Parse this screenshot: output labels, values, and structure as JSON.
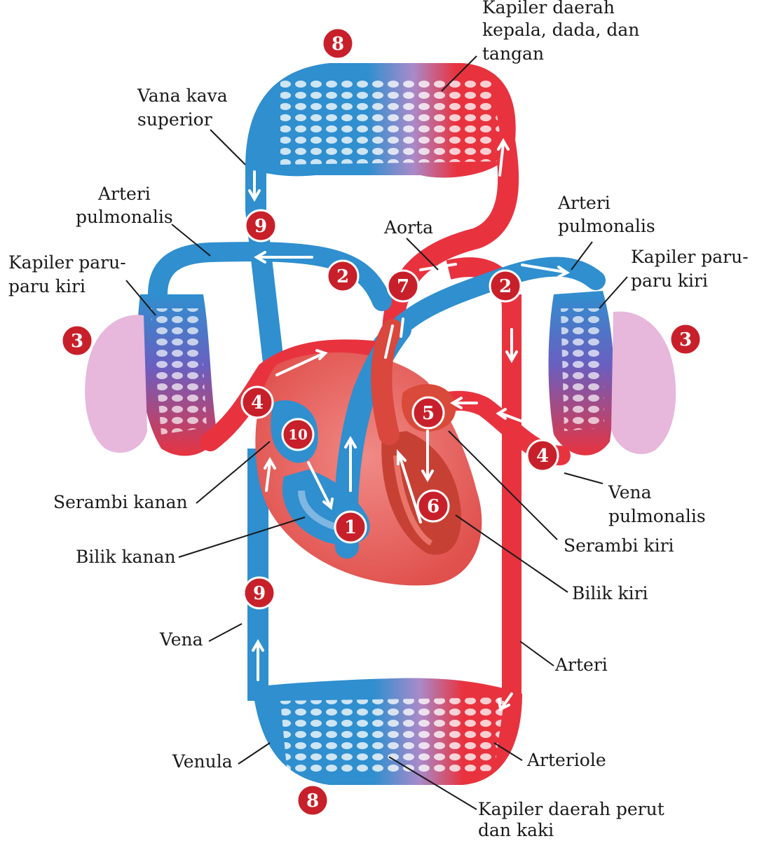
{
  "labels": {
    "kapiler_kepala_line1": "Kapiler daerah",
    "kapiler_kepala_line2": "kepala, dada, dan",
    "kapiler_kepala_line3": "tangan",
    "vena_kava_line1": "Vana kava",
    "vena_kava_line2": "superior",
    "arteri_pulm_left_line1": "Arteri",
    "arteri_pulm_left_line2": "pulmonalis",
    "arteri_pulm_right_line1": "Arteri",
    "arteri_pulm_right_line2": "pulmonalis",
    "aorta": "Aorta",
    "kapiler_paru_kiri_left_line1": "Kapiler paru-",
    "kapiler_paru_kiri_left_line2": "paru kiri",
    "kapiler_paru_kiri_right_line1": "Kapiler paru-",
    "kapiler_paru_kiri_right_line2": "paru kiri",
    "serambi_kanan": "Serambi kanan",
    "bilik_kanan": "Bilik kanan",
    "vena": "Vena",
    "venula": "Venula",
    "vena_pulm_line1": "Vena",
    "vena_pulm_line2": "pulmonalis",
    "serambi_kiri": "Serambi kiri",
    "bilik_kiri": "Bilik kiri",
    "arteri": "Arteri",
    "arteriole": "Arteriole",
    "kapiler_perut_line1": "Kapiler daerah perut",
    "kapiler_perut_line2": "dan kaki"
  },
  "step_numbers": {
    "n8_top": "8",
    "n9_top": "9",
    "n2_left": "2",
    "n7": "7",
    "n2_right": "2",
    "n3_left": "3",
    "n3_right": "3",
    "n4_left": "4",
    "n4_right": "4",
    "n5": "5",
    "n10": "10",
    "n1": "1",
    "n6": "6",
    "n9_bottom": "9",
    "n8_bottom": "8"
  },
  "colors": {
    "oxygenated": "#e8333f",
    "deoxygenated": "#2f8fcf",
    "number_badge": "#c8202a",
    "lung": "#e7b7dc"
  }
}
